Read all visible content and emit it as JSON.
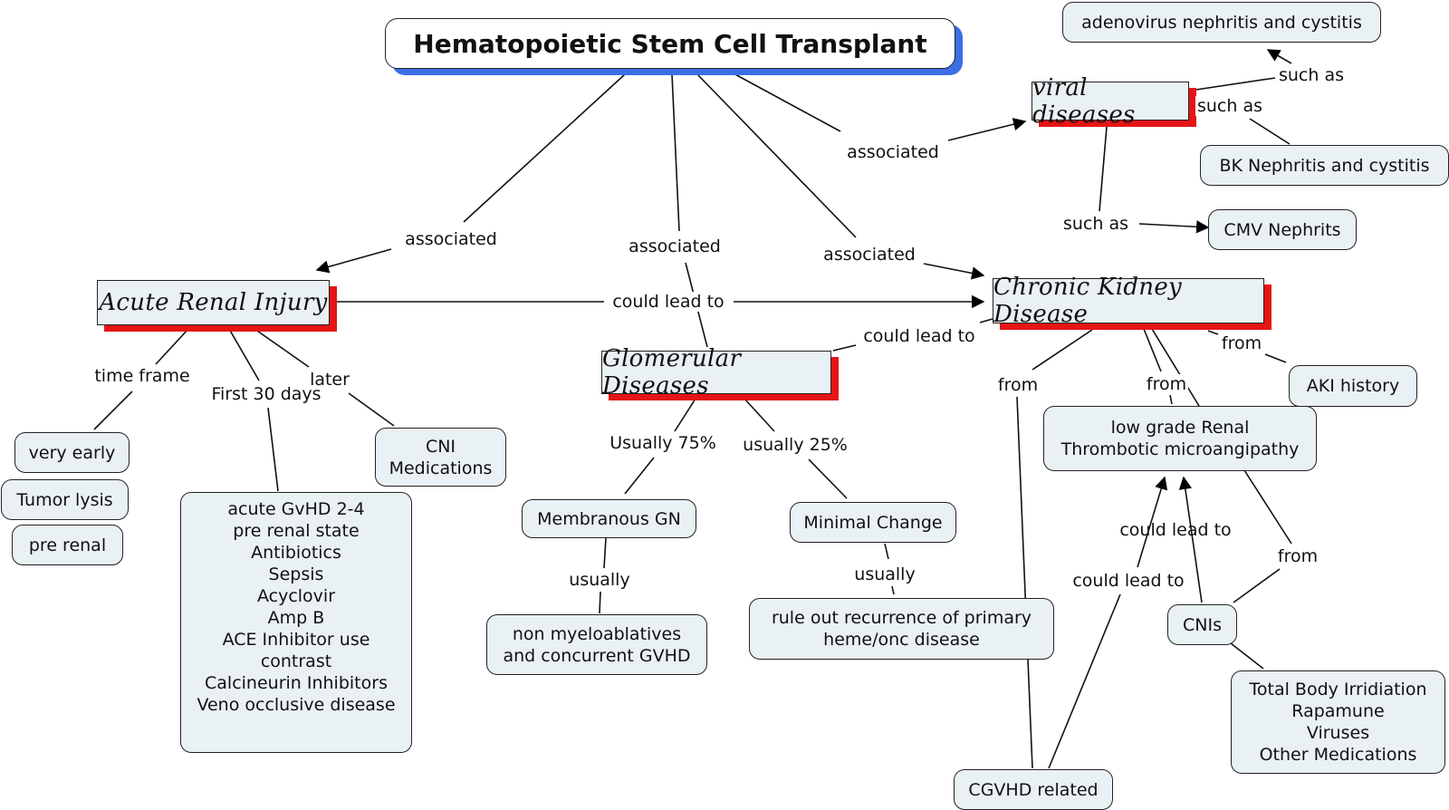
{
  "diagram": {
    "root": "Hematopoietic Stem Cell Transplant",
    "categories": {
      "acute": "Acute Renal Injury",
      "chronic": "Chronic Kidney Disease",
      "glomerular": "Glomerular Diseases",
      "viral": "viral diseases"
    },
    "concepts": {
      "adenovirus": [
        "adenovirus nephritis and cystitis"
      ],
      "bk": [
        "BK Nephritis and cystitis"
      ],
      "cmv": [
        "CMV Nephrits"
      ],
      "very_early": [
        "very early"
      ],
      "tumor_lysis": [
        "Tumor lysis"
      ],
      "pre_renal": [
        "pre renal"
      ],
      "cni_meds": [
        "CNI",
        "Medications"
      ],
      "first30_list": [
        "acute GvHD 2-4",
        "pre renal state",
        "Antibiotics",
        "Sepsis",
        "Acyclovir",
        "Amp B",
        "ACE Inhibitor use",
        "contrast",
        "Calcineurin Inhibitors",
        "Veno occlusive disease"
      ],
      "membranous": [
        "Membranous GN"
      ],
      "minimal_change": [
        "Minimal Change"
      ],
      "non_myelo": [
        "non myeloablatives",
        "and concurrent GVHD"
      ],
      "rule_out": [
        "rule out recurrence of primary",
        "heme/onc disease"
      ],
      "tma": [
        "low grade Renal",
        "Thrombotic microangipathy"
      ],
      "aki_history": [
        "AKI history"
      ],
      "cnis": [
        "CNIs"
      ],
      "tbi_list": [
        "Total Body Irridiation",
        "Rapamune",
        "Viruses",
        "Other Medications"
      ],
      "cgvhd": [
        "CGVHD related"
      ]
    },
    "links": {
      "assoc_acute": "associated",
      "assoc_glom": "associated",
      "assoc_chronic": "associated",
      "assoc_viral": "associated",
      "such_as_adeno": "such as",
      "such_as_bk": "such as",
      "such_as_cmv": "such as",
      "could_lead_acute_chronic": "could lead to",
      "could_lead_glom_chronic": "could lead to",
      "time_frame": "time frame",
      "first_30": "First 30 days",
      "later": "later",
      "usually_75": "Usually 75%",
      "usually_25": "usually 25%",
      "usually_mem": "usually",
      "usually_min": "usually",
      "from_cgvhd": "from",
      "from_tma": "from",
      "from_aki": "from",
      "from_cnis": "from",
      "could_lead_cni_tma": "could lead to",
      "could_lead_cgvhd_tma": "could lead to"
    },
    "colors": {
      "node_fill": "#eaf1f4",
      "root_shadow": "#3c6ee6",
      "category_shadow": "#e61515"
    }
  }
}
